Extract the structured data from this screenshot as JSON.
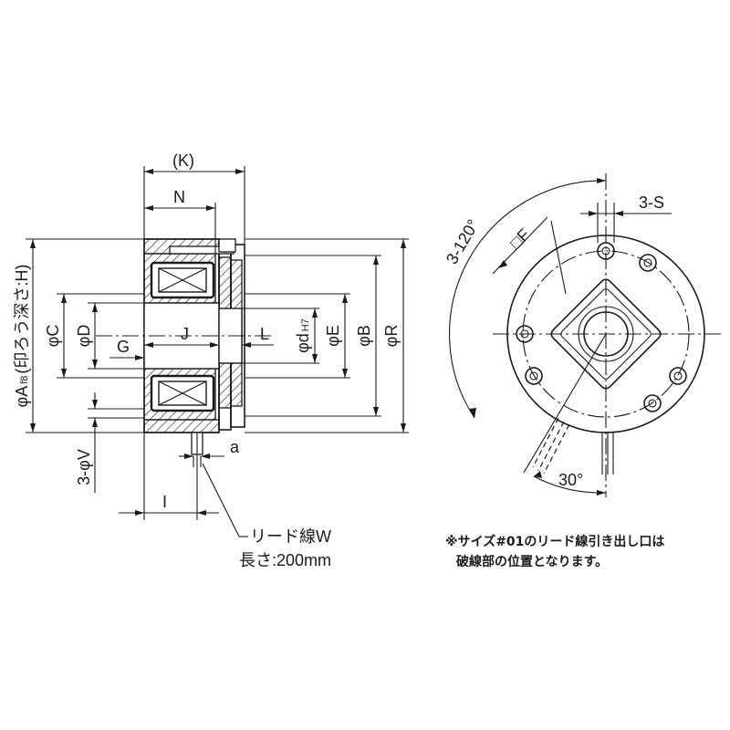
{
  "side_view": {
    "labels": {
      "K": "(K)",
      "N": "N",
      "J": "J",
      "L": "L",
      "G": "G",
      "a": "a",
      "I": "I",
      "phiC": "φC",
      "phiD": "φD",
      "phid": "φd",
      "phid_tol": "H7",
      "phiE": "φE",
      "phiB": "φB",
      "phiR": "φR",
      "phiA": "φA",
      "phiA_tol": "f8",
      "phiA_note": "(印ろう深さ:H)",
      "holes": "3-φV"
    },
    "lead": {
      "line1": "リード線W",
      "line2": "長さ:200mm"
    }
  },
  "front_view": {
    "labels": {
      "screws": "3-S",
      "pitch": "3-120°",
      "square": "□F",
      "lead_angle": "30°"
    },
    "note": {
      "line1": "※サイズ#01のリード線引き出し口は",
      "line2": "破線部の位置となります。"
    }
  }
}
